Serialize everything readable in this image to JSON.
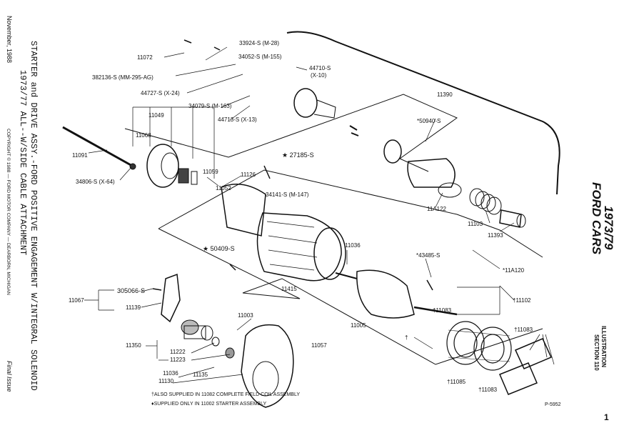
{
  "left_margin": {
    "date": "November, 1988",
    "copyright": "COPYRIGHT © 1988  —  FORD MOTOR COMPANY  —  DEARBORN, MICHIGAN",
    "status": "Final Issue"
  },
  "title": {
    "line1": "STARTER and DRIVE ASSY.-FORD POSITIVE ENGAGEMENT W/INTEGRAL SOLENOID",
    "line2": "1973/77 ALL--W/SIDE CABLE ATTACHMENT"
  },
  "right_margin": {
    "years": "1973/79",
    "make": "FORD CARS",
    "illustration": "ILLUSTRATION",
    "section": "SECTION 110",
    "page": "1"
  },
  "footnotes": {
    "line1": "†ALSO SUPPLIED IN 11082 COMPLETE FIELD COIL ASSEMBLY",
    "line2": "♦SUPPLIED ONLY IN 11002 STARTER ASSEMBLY"
  },
  "figure_number": "P-5952",
  "parts": {
    "p11072": "11072",
    "p33924": "33924-S (M-28)",
    "p34052": "34052-S (M-155)",
    "p44710": "44710-S",
    "p44710b": "(X-10)",
    "p382136": "382136-S (MM-295-AG)",
    "p44727": "44727-S (X-24)",
    "p11390": "11390",
    "p34079": "34079-S (M-163)",
    "p44713": "44713-S (X-13)",
    "p11049": "11049",
    "p11068": "11068",
    "p50940": "*50940-S",
    "p11091": "11091",
    "p27185": "★ 27185-S",
    "p11059": "11059",
    "p11126": "11126",
    "p34806": "34806-S (X-64)",
    "p11052": "11052",
    "p34141": "34141-S (M-147)",
    "p11A122": "11A122",
    "p11103": "11103",
    "p11393": "11393",
    "p11036a": "11036",
    "p50409": "★ 50409-S",
    "p43485": "*43485-S",
    "p11A120": "*11A120",
    "p11415": "11415",
    "p305066": "305066-S",
    "p11067": "11067",
    "p11139": "11139",
    "p11102": "†11102",
    "p11083a": "†11083",
    "p11003": "11003",
    "p11005": "11005",
    "p11083b": "†11083",
    "p11350": "11350",
    "p11222": "11222",
    "p11223": "11223",
    "p11057": "11057",
    "p11036b": "11036",
    "p11135": "11135",
    "p11130": "11130",
    "p_dagger": "†",
    "p11085": "†11085",
    "p11083c": "†11083"
  }
}
